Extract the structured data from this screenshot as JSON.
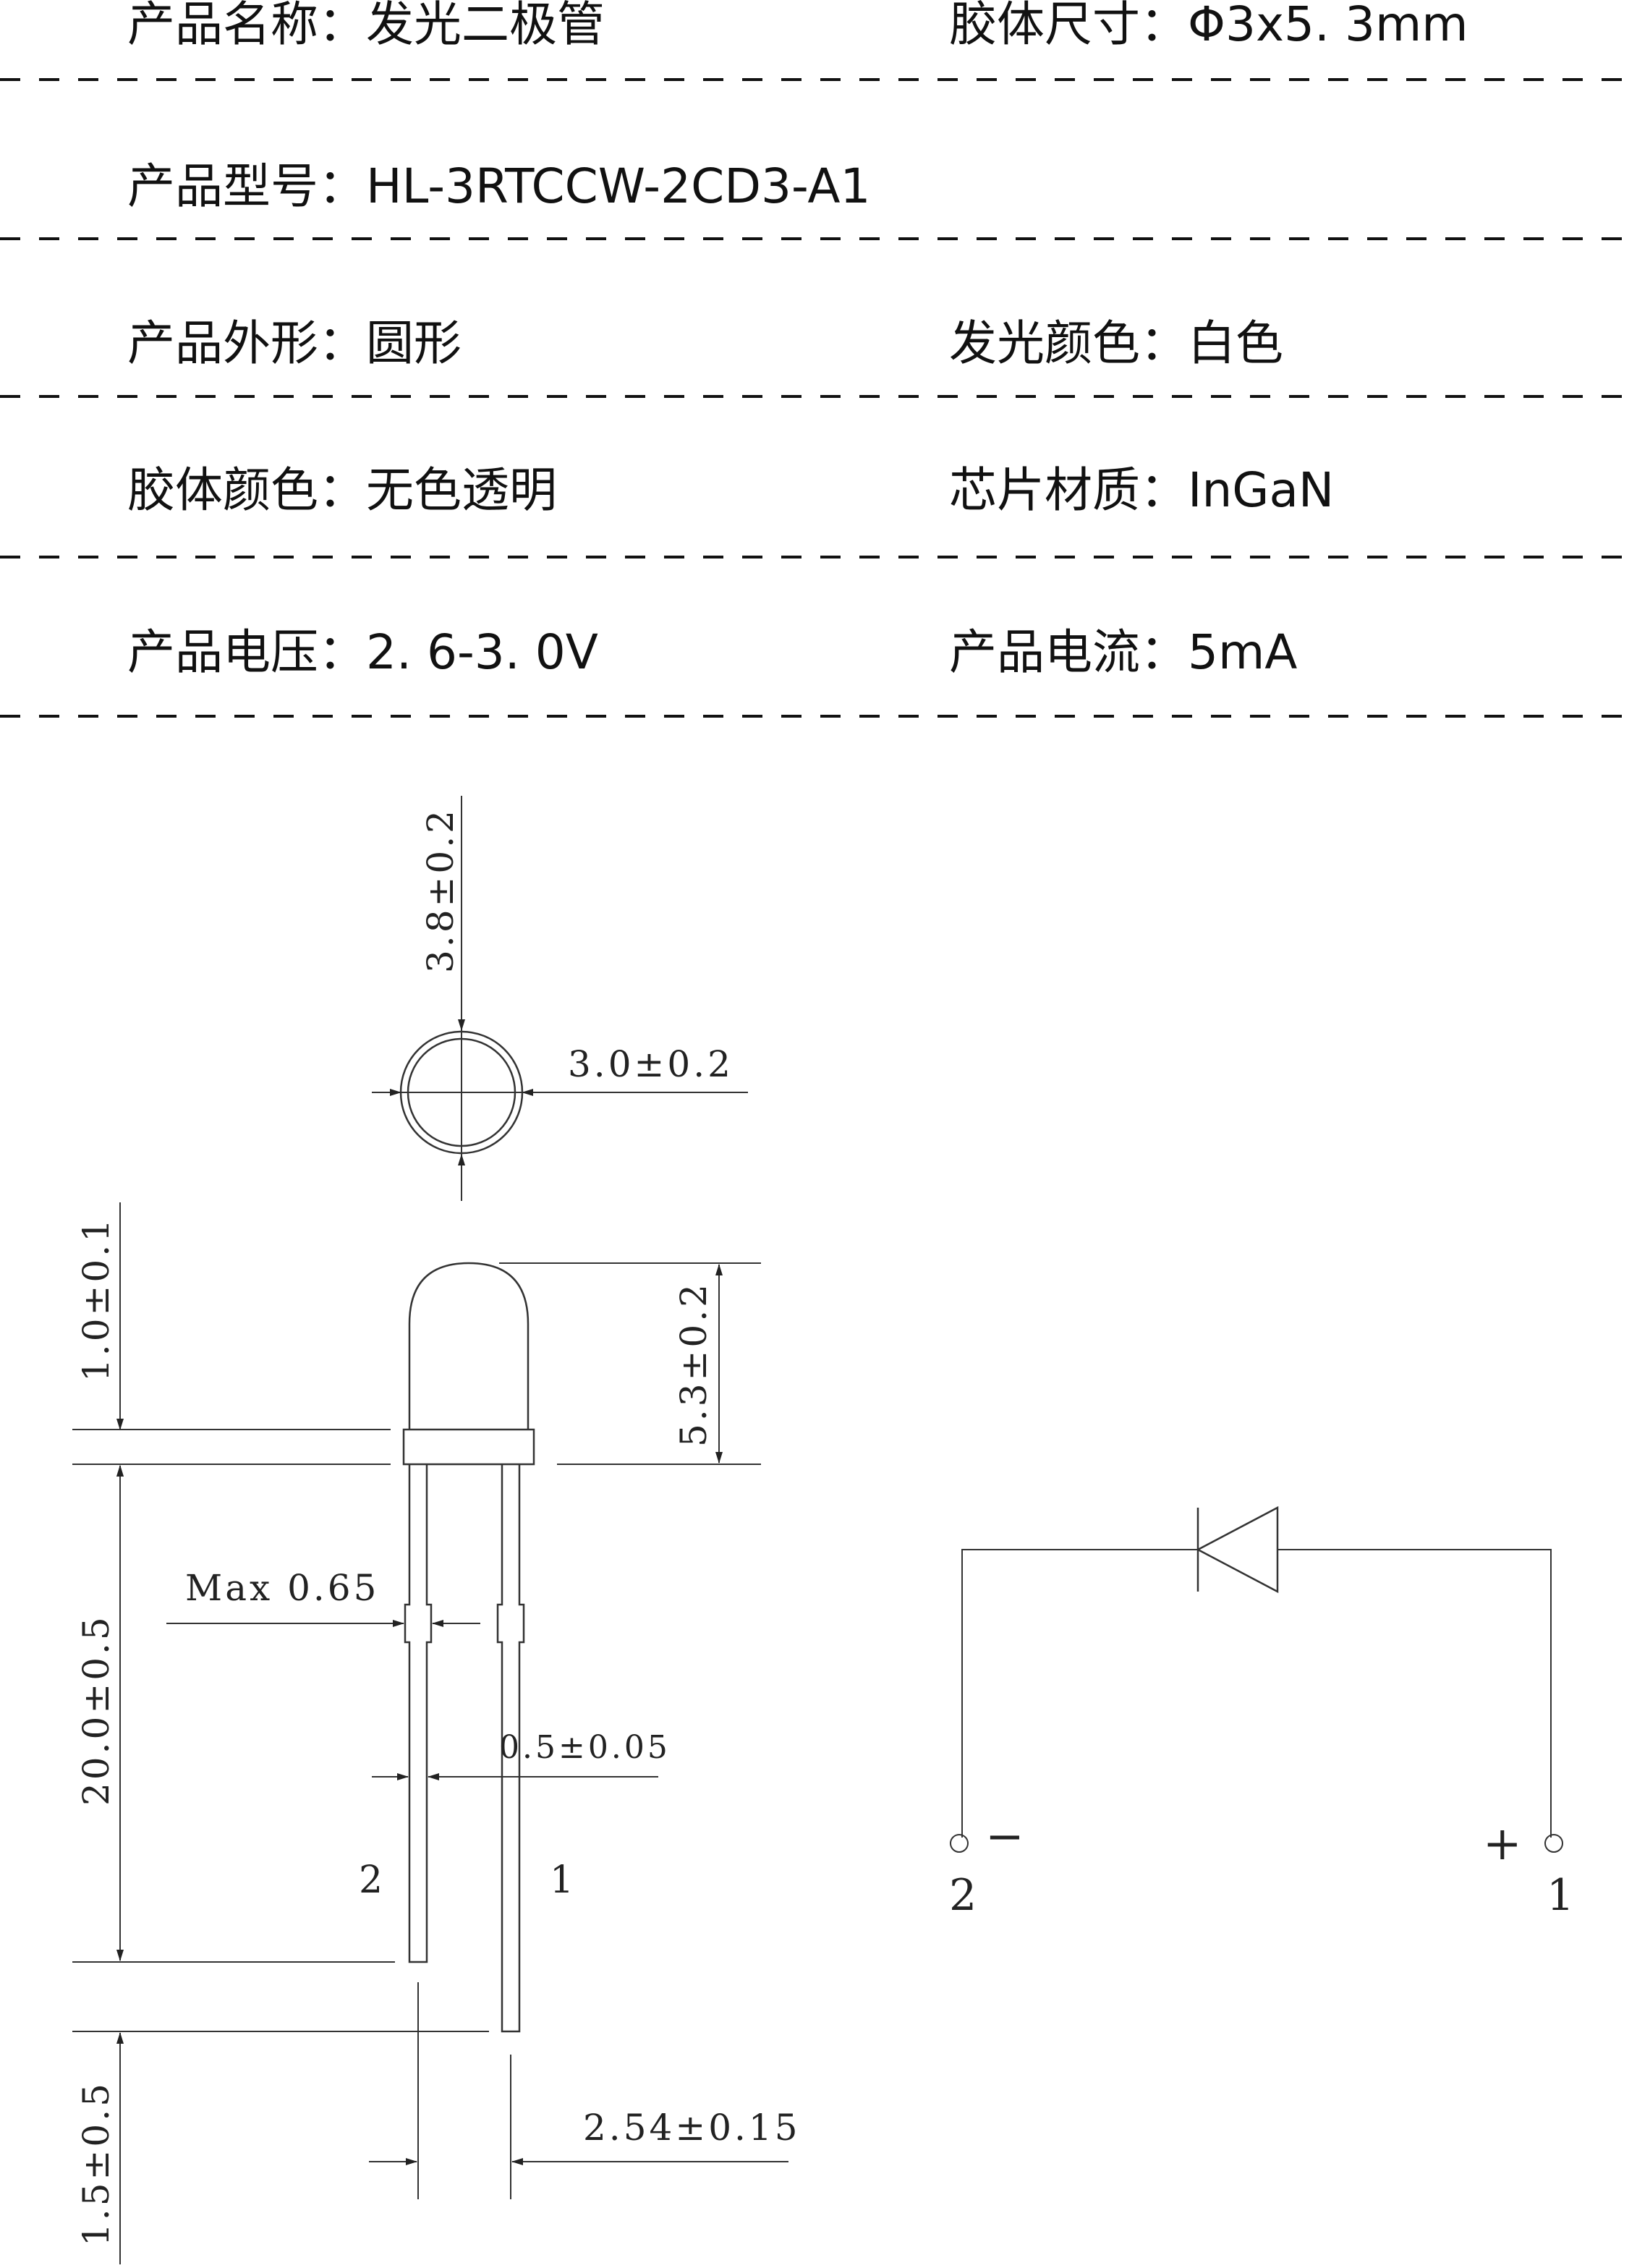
{
  "specs": {
    "row1": {
      "left": "产品名称：发光二极管",
      "right": "胶体尺寸：Φ3x5. 3mm"
    },
    "row2": {
      "left": "产品型号：HL-3RTCCW-2CD3-A1"
    },
    "row3": {
      "left": "产品外形：圆形",
      "right": "发光颜色：白色"
    },
    "row4": {
      "left": "胶体颜色：无色透明",
      "right": "芯片材质：InGaN"
    },
    "row5": {
      "left": "产品电压：2. 6-3. 0V",
      "right": "产品电流：5mA"
    }
  },
  "dimensions": {
    "top_height": "3.8±0.2",
    "top_diameter": "3.0±0.2",
    "flange_height": "1.0±0.1",
    "body_height": "5.3±0.2",
    "lead_length": "20.0±0.5",
    "max_lead": "Max 0.65",
    "lead_width": "0.5±0.05",
    "lead_offset": "1.5±0.5",
    "pitch": "2.54±0.15"
  },
  "pins": {
    "left_pin": "2",
    "right_pin": "1"
  },
  "symbol": {
    "minus": "−",
    "plus": "+",
    "left_pin": "2",
    "right_pin": "1"
  }
}
